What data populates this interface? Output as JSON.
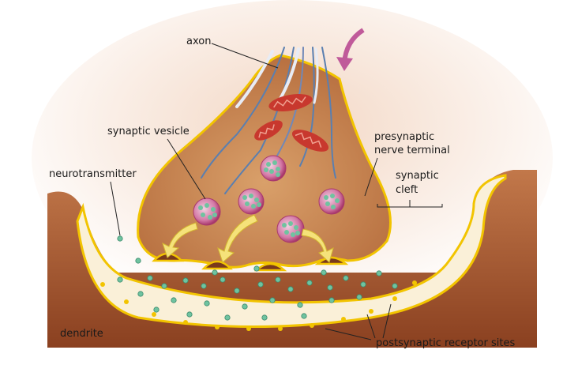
{
  "labels": {
    "axon": "axon",
    "synaptic_vesicle": "synaptic vesicle",
    "presynaptic_line1": "presynaptic",
    "presynaptic_line2": "nerve terminal",
    "synaptic_cleft_line1": "synaptic",
    "synaptic_cleft_line2": "cleft",
    "neurotransmitter": "neurotransmitter",
    "dendrite": "dendrite",
    "postsynaptic_receptor_sites": "postsynaptic receptor sites"
  },
  "colors": {
    "terminal_fill": "#c98a4e",
    "terminal_outline": "#f2c400",
    "dendrite_fill": "#a85a30",
    "cleft_fill": "#faf0d8",
    "vesicle_fill": "#c85a8a",
    "neurotransmitter": "#6fc3a0",
    "mitochondria": "#c8382e",
    "arrow_yellow": "#f5e27a",
    "flow_arrow": "#c05a9a"
  }
}
